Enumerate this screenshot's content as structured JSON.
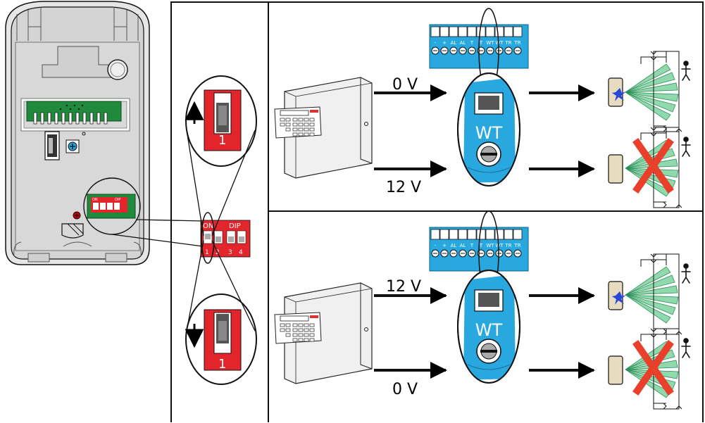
{
  "dip": {
    "on_label": "ON",
    "dip_label": "DIP",
    "switch_numbers": [
      "1",
      "2",
      "3",
      "4"
    ],
    "zoom_up_number": "1",
    "zoom_down_number": "1"
  },
  "terminal_labels": [
    "-",
    "+",
    "AL",
    "AL",
    "T",
    "T",
    "WT",
    "WT",
    "TR",
    "TR"
  ],
  "wt_label": "WT",
  "panels": [
    {
      "input_top_voltage": "0 V",
      "input_bottom_voltage": "12 V"
    },
    {
      "input_top_voltage": "12 V",
      "input_bottom_voltage": "0 V"
    }
  ],
  "colors": {
    "dip_red": "#e3262b",
    "board_green": "#1f8a3c",
    "terminal_blue": "#29a8e0",
    "detection_green": "#7fd3a0",
    "cross_red": "#e8402a",
    "led_blue": "#2a48d8"
  }
}
